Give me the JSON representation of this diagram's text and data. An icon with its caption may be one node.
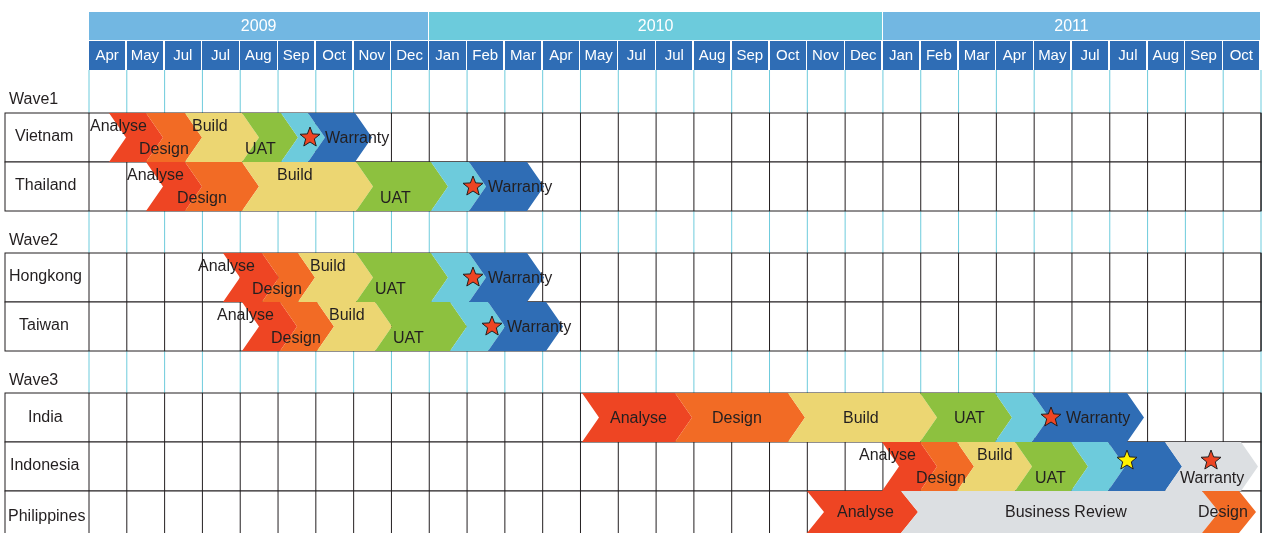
{
  "diagram": {
    "nodes": [
      {
        "text": [
          "Analyse"
        ]
      },
      {
        "text": [
          "Design"
        ]
      },
      {
        "text": [
          "Build"
        ]
      },
      {
        "text": [
          "UAT"
        ]
      },
      {
        "text": [],
        "shape": "chevron"
      },
      {
        "text": [
          "Warranty"
        ]
      },
      {
        "text": [
          "Analyse"
        ]
      },
      {
        "text": [
          "Design"
        ]
      },
      {
        "text": [
          "Build"
        ]
      },
      {
        "text": [
          "UAT"
        ]
      },
      {
        "text": [],
        "shape": "chevron"
      },
      {
        "text": [
          "Warranty"
        ]
      },
      {
        "text": [
          "Analyse"
        ]
      },
      {
        "text": [
          "Design"
        ]
      },
      {
        "text": [
          "Build"
        ]
      },
      {
        "text": [
          "UAT"
        ]
      },
      {
        "text": [],
        "shape": "chevron"
      },
      {
        "text": [
          "Warranty"
        ]
      },
      {
        "text": [
          "Analyse"
        ]
      },
      {
        "text": [
          "Design"
        ]
      },
      {
        "text": [
          "Build"
        ]
      },
      {
        "text": [
          "UAT"
        ]
      },
      {
        "text": [],
        "shape": "chevron"
      },
      {
        "text": [
          "Warranty"
        ]
      },
      {
        "text": [
          "Analyse"
        ]
      },
      {
        "text": [
          "Design"
        ]
      },
      {
        "text": [
          "Build"
        ]
      },
      {
        "text": [
          "UAT"
        ]
      },
      {
        "text": [],
        "shape": "chevron"
      },
      {
        "text": [
          "Warranty"
        ]
      },
      {
        "text": [
          "Analyse"
        ]
      },
      {
        "text": [
          "Design"
        ]
      },
      {
        "text": [
          "Build"
        ]
      },
      {
        "text": [
          "UAT"
        ]
      },
      {
        "text": [],
        "shape": "chevron"
      },
      {
        "text": [],
        "shape": "chevron"
      },
      {
        "text": [
          "Warranty"
        ]
      },
      {
        "text": [
          "Analyse"
        ]
      },
      {
        "text": [
          "Business Review"
        ]
      },
      {
        "text": [
          "Design"
        ]
      }
    ],
    "edges": [],
    "labels": [
      "2009",
      "2010",
      "2011",
      "Apr",
      "May",
      "Jul",
      "Jul",
      "Aug",
      "Sep",
      "Oct",
      "Nov",
      "Dec",
      "Jan",
      "Feb",
      "Mar",
      "Apr",
      "May",
      "Jul",
      "Jul",
      "Aug",
      "Sep",
      "Oct",
      "Nov",
      "Dec",
      "Jan",
      "Feb",
      "Mar",
      "Apr",
      "May",
      "Jul",
      "Jul",
      "Aug",
      "Sep",
      "Oct",
      "Wave1",
      "Vietnam",
      "Thailand",
      "Wave2",
      "Hongkong",
      "Taiwan",
      "Wave3",
      "India",
      "Indonesia",
      "Philippines"
    ]
  }
}
